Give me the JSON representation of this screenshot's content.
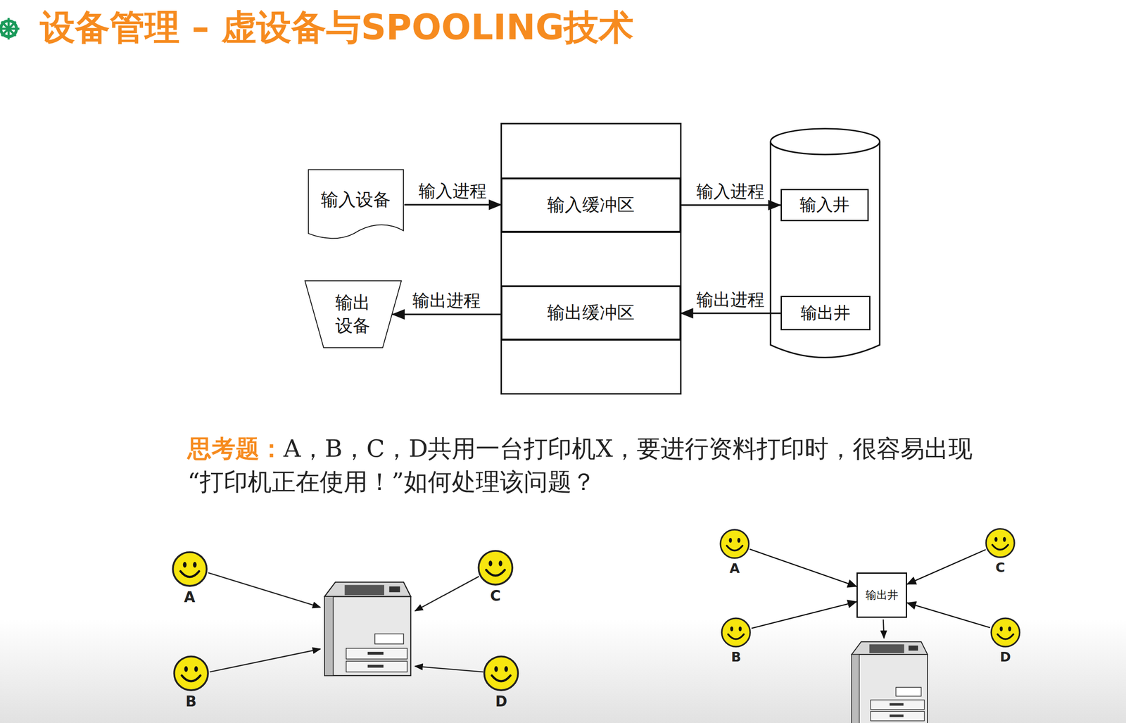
{
  "diagram": {
    "title": "设备管理 – 虚设备与SPOOLING技术",
    "nodes": [
      {
        "text": [
          "输入设备"
        ]
      },
      {
        "text": [
          "输入缓冲区"
        ]
      },
      {
        "text": [
          "输入井"
        ]
      },
      {
        "text": [
          "输出 设备"
        ]
      },
      {
        "text": [
          "输出缓冲区"
        ]
      },
      {
        "text": [
          "输出井"
        ]
      },
      {
        "text": [
          "A"
        ]
      },
      {
        "text": [
          "B"
        ]
      },
      {
        "text": [
          "C"
        ]
      },
      {
        "text": [
          "D"
        ]
      },
      {
        "text": [
          "A"
        ]
      },
      {
        "text": [
          "B"
        ]
      },
      {
        "text": [
          "C"
        ]
      },
      {
        "text": [
          "D"
        ]
      },
      {
        "text": [
          "输出井"
        ]
      }
    ],
    "edges": [
      {
        "from": 0,
        "to": 1,
        "label": "输入进程",
        "arrow": "to"
      },
      {
        "from": 1,
        "to": 2,
        "label": "输入进程",
        "arrow": "to"
      },
      {
        "from": 4,
        "to": 3,
        "label": "输出进程",
        "arrow": "to"
      },
      {
        "from": 5,
        "to": 4,
        "label": "输出进程",
        "arrow": "to"
      },
      {
        "from": 10,
        "to": 14,
        "arrow": "to"
      },
      {
        "from": 11,
        "to": 14,
        "arrow": "to"
      },
      {
        "from": 12,
        "to": 14,
        "arrow": "to"
      },
      {
        "from": 13,
        "to": 14,
        "arrow": "to"
      }
    ],
    "labels": [
      "思考题：",
      "A，B，C，D共用一台打印机X，要进行资料打印时，很容易出现“打印机正在使用！”如何处理该问题？"
    ]
  }
}
